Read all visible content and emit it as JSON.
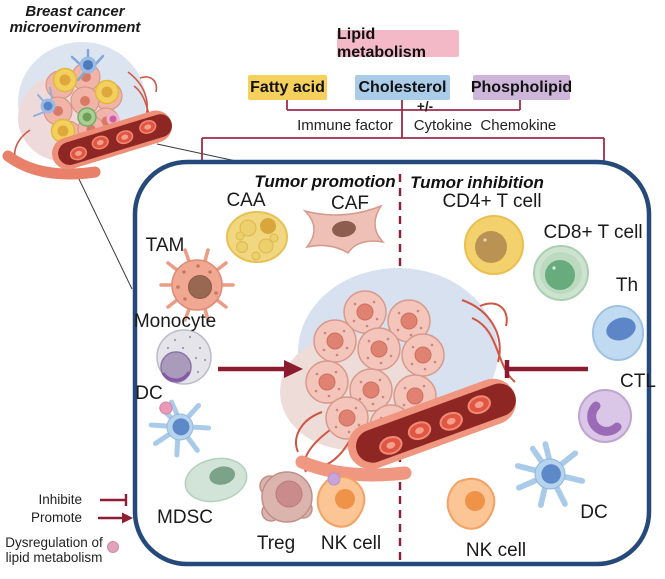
{
  "title": {
    "line1": "Breast cancer",
    "line2": "microenvironment"
  },
  "top_flow": {
    "lipid_metabolism": "Lipid metabolism",
    "fatty_acid": "Fatty acid",
    "cholesterol": "Cholesterol",
    "phospholipid": "Phospholipid",
    "plus_minus": "+/-",
    "immune_factor": "Immune factor",
    "cytokine_chemokine": "Cytokine  Chemokine"
  },
  "panel": {
    "left_header": "Tumor promotion",
    "right_header": "Tumor inhibition",
    "left_cells": [
      "CAA",
      "CAF",
      "TAM",
      "Monocyte",
      "DC",
      "MDSC",
      "Treg",
      "NK cell"
    ],
    "right_cells": [
      "CD4+ T cell",
      "CD8+ T cell",
      "Th",
      "CTL",
      "DC",
      "NK cell"
    ]
  },
  "legend": {
    "inhibit": "Inhibite",
    "promote": "Promote",
    "dysregulation_line1": "Dysregulation of",
    "dysregulation_line2": "lipid metabolism"
  },
  "colors": {
    "lipid_box": "#f4b9c7",
    "fatty_acid_box": "#f6d05c",
    "cholesterol_box": "#abcce9",
    "phospholipid_box": "#cdb6da",
    "maroon_lines": "#8e1e33",
    "panel_border": "#26497b"
  }
}
